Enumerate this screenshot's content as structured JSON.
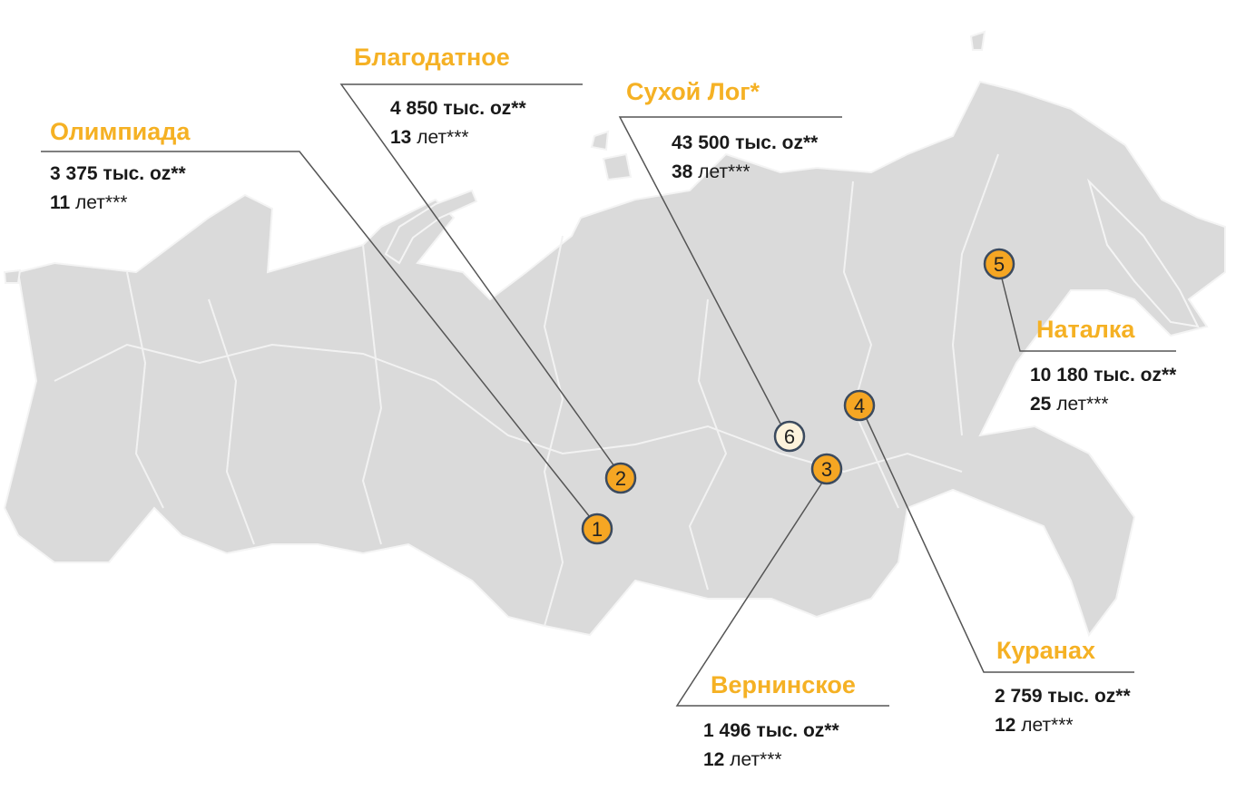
{
  "colors": {
    "accent": "#F5B124",
    "marker": "#F5A623",
    "marker_light": "#FDF3DC",
    "land": "#DADADA",
    "line": "#555"
  },
  "deposits": [
    {
      "num": "1",
      "name": "Олимпиада",
      "reserves_num": "3 375",
      "reserves_unit": "тыс. oz**",
      "years_num": "11",
      "years_unit": "лет***"
    },
    {
      "num": "2",
      "name": "Благодатное",
      "reserves_num": "4 850",
      "reserves_unit": "тыс. oz**",
      "years_num": "13",
      "years_unit": "лет***"
    },
    {
      "num": "3",
      "name": "Вернинское",
      "reserves_num": "1 496",
      "reserves_unit": "тыс. oz**",
      "years_num": "12",
      "years_unit": "лет***"
    },
    {
      "num": "4",
      "name": "Куранах",
      "reserves_num": "2 759",
      "reserves_unit": "тыс. oz**",
      "years_num": "12",
      "years_unit": "лет***"
    },
    {
      "num": "5",
      "name": "Наталка",
      "reserves_num": "10 180",
      "reserves_unit": "тыс. oz**",
      "years_num": "25",
      "years_unit": "лет***"
    },
    {
      "num": "6",
      "name": "Сухой Лог*",
      "reserves_num": "43 500",
      "reserves_unit": "тыс. oz**",
      "years_num": "38",
      "years_unit": "лет***"
    }
  ]
}
